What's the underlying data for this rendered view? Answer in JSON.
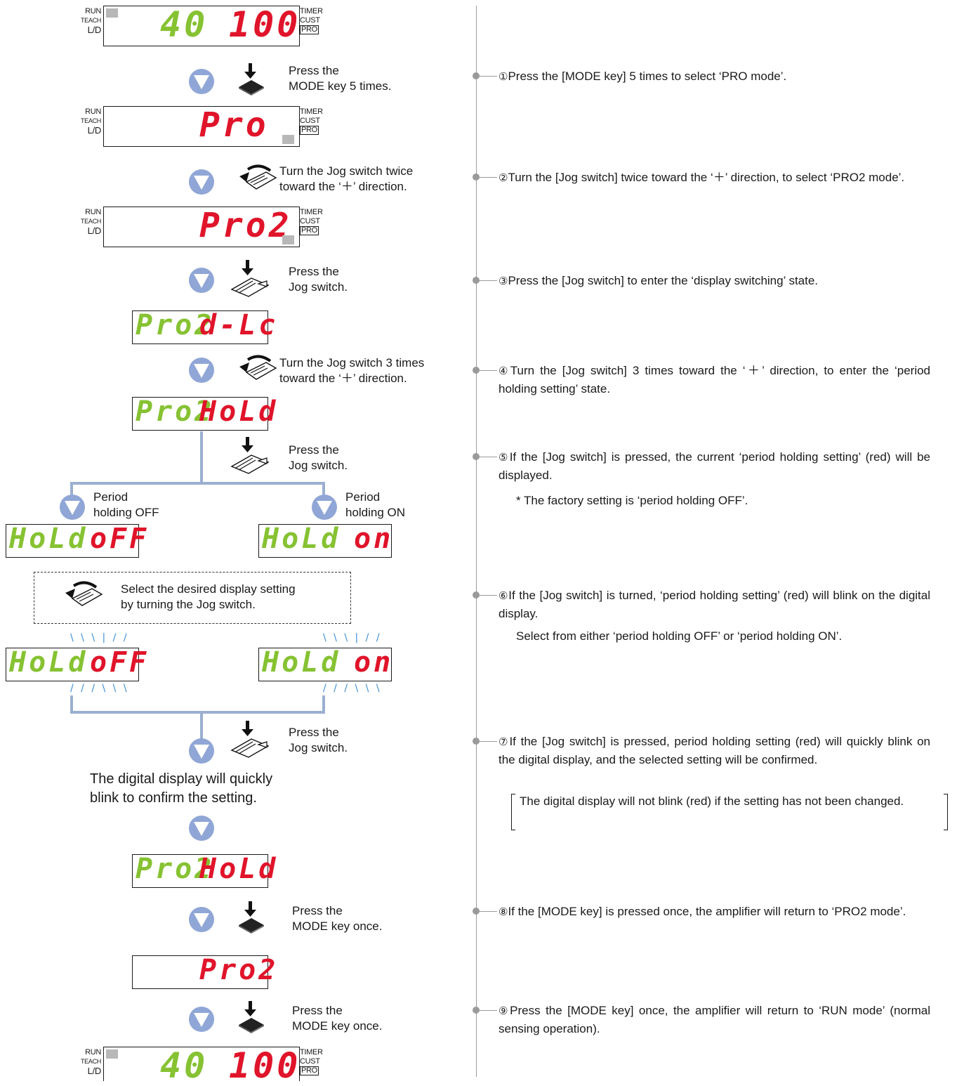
{
  "panel_labels": {
    "run": "RUN",
    "teach": "TEACH",
    "ld": "L/D",
    "timer": "TIMER",
    "cust": "CUST",
    "pro": "PRO"
  },
  "displays": {
    "top_left": "40",
    "top_right": "100",
    "pro": "Pro",
    "pro2": "Pro2",
    "pro2_dlc_left": "Pro2",
    "pro2_dlc_right": "d-Lc",
    "pro2_hold_left": "Pro2",
    "pro2_hold_right": "HoLd",
    "hold": "HoLd",
    "off": "oFF",
    "on": "on",
    "bottom_left": "40",
    "bottom_right": "100"
  },
  "actions": {
    "a1_line1": "Press the",
    "a1_line2": "MODE key 5 times.",
    "a2_line1": "Turn the Jog switch twice",
    "a2_line2": "toward the ‘＋’ direction.",
    "a3_line1": "Press the",
    "a3_line2": "Jog switch.",
    "a4_line1": "Turn the Jog switch 3 times",
    "a4_line2": "toward the ‘＋’ direction.",
    "a5_line1": "Press the",
    "a5_line2": "Jog switch.",
    "branch_off_1": "Period",
    "branch_off_2": "holding OFF",
    "branch_on_1": "Period",
    "branch_on_2": "holding ON",
    "select_1": "Select the desired display setting",
    "select_2": "by turning the Jog switch.",
    "a7_line1": "Press the",
    "a7_line2": "Jog switch.",
    "confirm_1": "The digital display will quickly",
    "confirm_2": "blink to confirm the setting.",
    "a8_line1": "Press the",
    "a8_line2": "MODE key once.",
    "a9_line1": "Press the",
    "a9_line2": "MODE key once."
  },
  "steps": {
    "s1_num": "①",
    "s1": "Press the [MODE key] 5 times to select ‘PRO mode’.",
    "s2_num": "②",
    "s2": "Turn the [Jog switch] twice toward the ‘＋’ direction, to select ‘PRO2 mode’.",
    "s3_num": "③",
    "s3": "Press the [Jog switch] to enter the ‘display switching’ state.",
    "s4_num": "④",
    "s4": "Turn the [Jog switch] 3 times toward the ‘＋’ direction, to enter the ‘period holding setting’ state.",
    "s5_num": "⑤",
    "s5": "If the [Jog switch] is pressed, the current ‘period holding setting’ (red) will be displayed.",
    "s5_note": "* The factory setting is ‘period holding OFF’.",
    "s6_num": "⑥",
    "s6": "If the [Jog switch] is turned, ‘period holding setting’ (red) will blink on the digital display.",
    "s6_b": "Select from either ‘period holding OFF’ or ‘period holding ON’.",
    "s7_num": "⑦",
    "s7": "If the [Jog switch] is pressed, period holding setting (red) will quickly blink on the digital display, and the selected setting will be confirmed.",
    "s7_note": "The digital display will not blink (red) if the setting has not been changed.",
    "s8_num": "⑧",
    "s8": "If the [MODE key] is pressed once, the amplifier will return to ‘PRO2 mode’.",
    "s9_num": "⑨",
    "s9": "Press the [MODE key] once, the amplifier will return to ‘RUN mode’ (normal sensing operation)."
  },
  "blink_ticks_top": "\\ \\ \\ | / /",
  "blink_ticks_bottom": "/ / / \\ \\ \\",
  "colors": {
    "segment_green": "#86c232",
    "segment_red": "#e0142a",
    "arrow_blue": "#8fa6d6",
    "branch": "#9bafd0"
  }
}
